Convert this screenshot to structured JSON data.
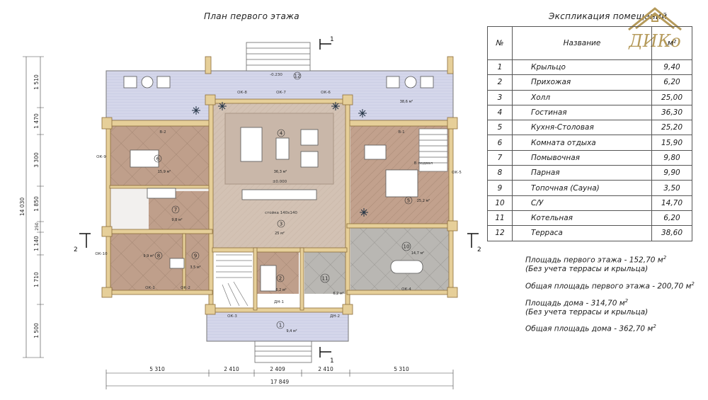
{
  "plan_title": "План первого этажа",
  "explication_title": "Экспликация помещений",
  "logo_text": "ДИКо",
  "explication": {
    "headers": {
      "num": "№",
      "name": "Название",
      "area": "м²"
    },
    "rows": [
      {
        "num": "1",
        "name": "Крыльцо",
        "area": "9,40"
      },
      {
        "num": "2",
        "name": "Прихожая",
        "area": "6,20"
      },
      {
        "num": "3",
        "name": "Холл",
        "area": "25,00"
      },
      {
        "num": "4",
        "name": "Гостиная",
        "area": "36,30"
      },
      {
        "num": "5",
        "name": "Кухня-Столовая",
        "area": "25,20"
      },
      {
        "num": "6",
        "name": "Комната отдыха",
        "area": "15,90"
      },
      {
        "num": "7",
        "name": "Помывочная",
        "area": "9,80"
      },
      {
        "num": "8",
        "name": "Парная",
        "area": "9,90"
      },
      {
        "num": "9",
        "name": "Топочная (Сауна)",
        "area": "3,50"
      },
      {
        "num": "10",
        "name": "С/У",
        "area": "14,70"
      },
      {
        "num": "11",
        "name": "Котельная",
        "area": "6,20"
      },
      {
        "num": "12",
        "name": "Терраса",
        "area": "38,60"
      }
    ]
  },
  "areas": {
    "floor1_area": "Площадь первого этажа - 152,70 м",
    "floor1_note": "(Без учета террасы и крыльца)",
    "floor1_total": "Общая площадь первого этажа - 200,70 м",
    "house_area": "Площадь дома - 314,70 м",
    "house_note": "(Без учета террасы и крыльца)",
    "house_total": "Общая площадь дома - 362,70 м",
    "sup": "2"
  },
  "dimensions": {
    "bottom_segments": [
      "5 310",
      "2 410",
      "2 409",
      "2 410",
      "5 310"
    ],
    "bottom_total": "17 849",
    "left_segments": [
      "1 510",
      "1 470",
      "3 300",
      "1 850",
      "250",
      "1 140",
      "1 710",
      "1 500"
    ],
    "left_total": "14 030"
  },
  "rooms": [
    {
      "num": "1",
      "area": "9,4 м²"
    },
    {
      "num": "2",
      "area": "6,2 м²"
    },
    {
      "num": "3",
      "area": "25 м²"
    },
    {
      "num": "4",
      "area": "36,3 м²"
    },
    {
      "num": "5",
      "area": "25,2 м²"
    },
    {
      "num": "6",
      "area": "15,9 м²"
    },
    {
      "num": "7",
      "area": "9,8 м²"
    },
    {
      "num": "8",
      "area": "9,9 м²"
    },
    {
      "num": "9",
      "area": "3,5 м²"
    },
    {
      "num": "10",
      "area": "14,7 м²"
    },
    {
      "num": "11",
      "area": "6,2 м²"
    },
    {
      "num": "12",
      "area": "38,6 м²"
    }
  ],
  "labels": {
    "section_mark": "1",
    "section_mark_side": "2",
    "windows": [
      "ОК-8",
      "ОК-7",
      "ОК-6",
      "ОК-9",
      "ОК-5",
      "ОК-10",
      "ОК-1",
      "ОК-2",
      "ОК-3",
      "ОК-4"
    ],
    "doors": [
      "ДН-1",
      "ДН-2"
    ],
    "basement": "В подвал",
    "column": "стойка 140х140",
    "level_mark": "±0.000",
    "terrace_level": "-0.230",
    "v1": "В-1",
    "v2": "В-2"
  },
  "colors": {
    "wall": "#e6cf99",
    "wall_stroke": "#8d6d3a",
    "brown_floor": "#bf9f8b",
    "tile_floor": "#b9b7b3",
    "hall_floor": "#d3c2b4",
    "terrace": "#d4d6ea"
  }
}
